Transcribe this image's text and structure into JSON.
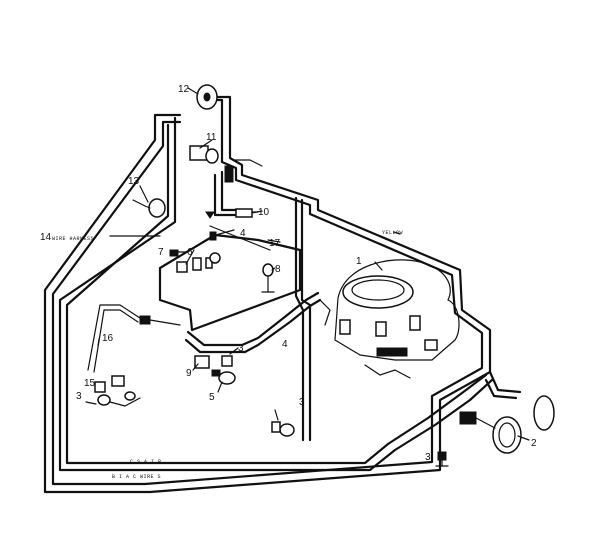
{
  "colors": {
    "line": "#111111",
    "background": "#ffffff"
  },
  "callouts": {
    "c1": "1",
    "c2": "2",
    "c3a": "3",
    "c3b": "3",
    "c3c": "3",
    "c3d": "3",
    "c4a": "4",
    "c4b": "4",
    "c5": "5",
    "c6": "6",
    "c7": "7",
    "c8": "8",
    "c9": "9",
    "c10": "10",
    "c11": "11",
    "c12": "12",
    "c13": "13",
    "c14": "14",
    "c15": "15",
    "c16": "16",
    "c17": "17"
  },
  "wire_labels": {
    "yellow": "YELLOW",
    "harness": "WIRE HARNESS",
    "bottom_a": "C S A I B",
    "bottom_b": "B I A C  WIRE S"
  }
}
